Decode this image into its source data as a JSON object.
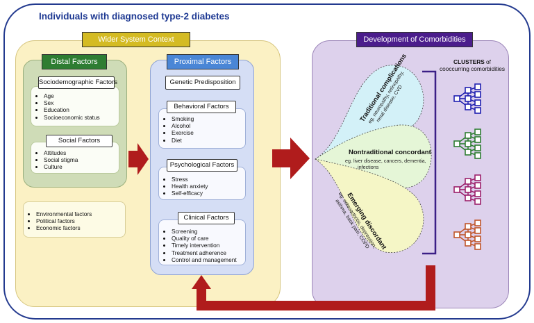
{
  "title": "Individuals with diagnosed type-2 diabetes",
  "wider_context": {
    "header": "Wider System Context",
    "environmental": [
      "Environmental factors",
      "Political factors",
      "Economic factors"
    ]
  },
  "distal": {
    "header": "Distal Factors",
    "sociodemographic": {
      "label": "Sociodemographic Factors",
      "items": [
        "Age",
        "Sex",
        "Education",
        "Socioeconomic status"
      ]
    },
    "social": {
      "label": "Social Factors",
      "items": [
        "Attitudes",
        "Social stigma",
        "Culture"
      ]
    }
  },
  "proximal": {
    "header": "Proximal Factors",
    "genetic": "Genetic Predisposition",
    "behavioral": {
      "label": "Behavioral Factors",
      "items": [
        "Smoking",
        "Alcohol",
        "Exercise",
        "Diet"
      ]
    },
    "psychological": {
      "label": "Psychological Factors",
      "items": [
        "Stress",
        "Health anxiety",
        "Self-efficacy"
      ]
    },
    "clinical": {
      "label": "Clinical Factors",
      "items": [
        "Screening",
        "Quality of care",
        "Timely intervention",
        "Treatment adherence",
        "Control and management"
      ]
    }
  },
  "comorbidities": {
    "header": "Development of Comorbidities",
    "clusters_bold": "CLUSTERS",
    "clusters_rest": " of",
    "clusters_line2": "cooccurring comorbidities",
    "traditional": {
      "title": "Traditional complications",
      "line1": "eg. neuropathy, retinopathy,",
      "line2": "renal disease, CVD"
    },
    "nontraditional": {
      "title": "Nontraditional concordant",
      "line1": "eg. liver disease, cancers, dementia,",
      "line2": "infections"
    },
    "emerging": {
      "title": "Emerging discordant",
      "line1": "eg. osteoarthritis, depression,",
      "line2": "asthma, back pain, COPD"
    },
    "cluster_colors": [
      "#1f1fb0",
      "#2e7d32",
      "#9c1f6b",
      "#c0552a"
    ]
  },
  "colors": {
    "arrow": "#b01c1c",
    "outer_border": "#233a8f"
  }
}
